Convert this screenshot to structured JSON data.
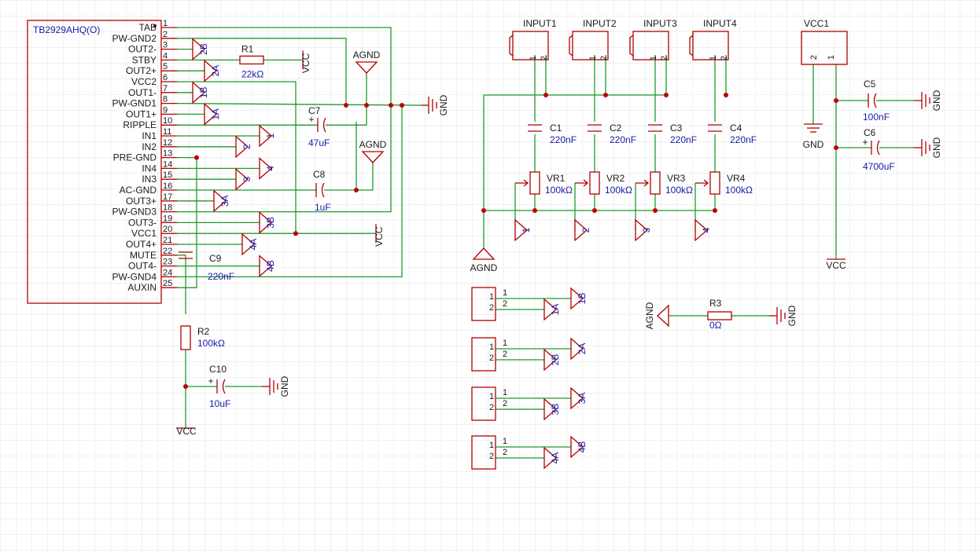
{
  "chip": {
    "name": "TB2929AHQ(O)",
    "pins": [
      {
        "n": "1",
        "name": "TAB"
      },
      {
        "n": "2",
        "name": "PW-GND2"
      },
      {
        "n": "3",
        "name": "OUT2-"
      },
      {
        "n": "4",
        "name": "STBY"
      },
      {
        "n": "5",
        "name": "OUT2+"
      },
      {
        "n": "6",
        "name": "VCC2"
      },
      {
        "n": "7",
        "name": "OUT1-"
      },
      {
        "n": "8",
        "name": "PW-GND1"
      },
      {
        "n": "9",
        "name": "OUT1+"
      },
      {
        "n": "10",
        "name": "RIPPLE"
      },
      {
        "n": "11",
        "name": "IN1"
      },
      {
        "n": "12",
        "name": "IN2"
      },
      {
        "n": "13",
        "name": "PRE-GND"
      },
      {
        "n": "14",
        "name": "IN4"
      },
      {
        "n": "15",
        "name": "IN3"
      },
      {
        "n": "16",
        "name": "AC-GND"
      },
      {
        "n": "17",
        "name": "OUT3+"
      },
      {
        "n": "18",
        "name": "PW-GND3"
      },
      {
        "n": "19",
        "name": "OUT3-"
      },
      {
        "n": "20",
        "name": "VCC1"
      },
      {
        "n": "21",
        "name": "OUT4+"
      },
      {
        "n": "22",
        "name": "MUTE"
      },
      {
        "n": "23",
        "name": "OUT4-"
      },
      {
        "n": "24",
        "name": "PW-GND4"
      },
      {
        "n": "25",
        "name": "AUXIN"
      }
    ]
  },
  "chip_flags": {
    "f3": "2B",
    "f5": "2A",
    "f7": "1B",
    "f9": "1A",
    "f11": "1",
    "f12": "2",
    "f14": "4",
    "f15": "3",
    "f17": "3A",
    "f19": "3B",
    "f21": "4A",
    "f23": "4B"
  },
  "power": {
    "vcc": "VCC",
    "gnd": "GND",
    "agnd": "AGND"
  },
  "parts": {
    "R1": {
      "ref": "R1",
      "val": "22kΩ"
    },
    "R2": {
      "ref": "R2",
      "val": "100kΩ"
    },
    "R3": {
      "ref": "R3",
      "val": "0Ω"
    },
    "C7": {
      "ref": "C7",
      "val": "47uF"
    },
    "C8": {
      "ref": "C8",
      "val": "1uF"
    },
    "C9": {
      "ref": "C9",
      "val": "220nF"
    },
    "C10": {
      "ref": "C10",
      "val": "10uF"
    },
    "C5": {
      "ref": "C5",
      "val": "100nF"
    },
    "C6": {
      "ref": "C6",
      "val": "4700uF"
    }
  },
  "inputs": [
    {
      "conn": "INPUT1",
      "cap": "C1",
      "capval": "220nF",
      "pot": "VR1",
      "potval": "100kΩ",
      "flag": "1"
    },
    {
      "conn": "INPUT2",
      "cap": "C2",
      "capval": "220nF",
      "pot": "VR2",
      "potval": "100kΩ",
      "flag": "2"
    },
    {
      "conn": "INPUT3",
      "cap": "C3",
      "capval": "220nF",
      "pot": "VR3",
      "potval": "100kΩ",
      "flag": "3"
    },
    {
      "conn": "INPUT4",
      "cap": "C4",
      "capval": "220nF",
      "pot": "VR4",
      "potval": "100kΩ",
      "flag": "4"
    }
  ],
  "conn_pin_labels": [
    "1",
    "2"
  ],
  "vcc_conn": {
    "name": "VCC1"
  },
  "outputs": [
    {
      "a": "1A",
      "b": "1B"
    },
    {
      "a": "2B",
      "b": "2A"
    },
    {
      "a": "3B",
      "b": "3A"
    },
    {
      "a": "4A",
      "b": "4B"
    }
  ]
}
